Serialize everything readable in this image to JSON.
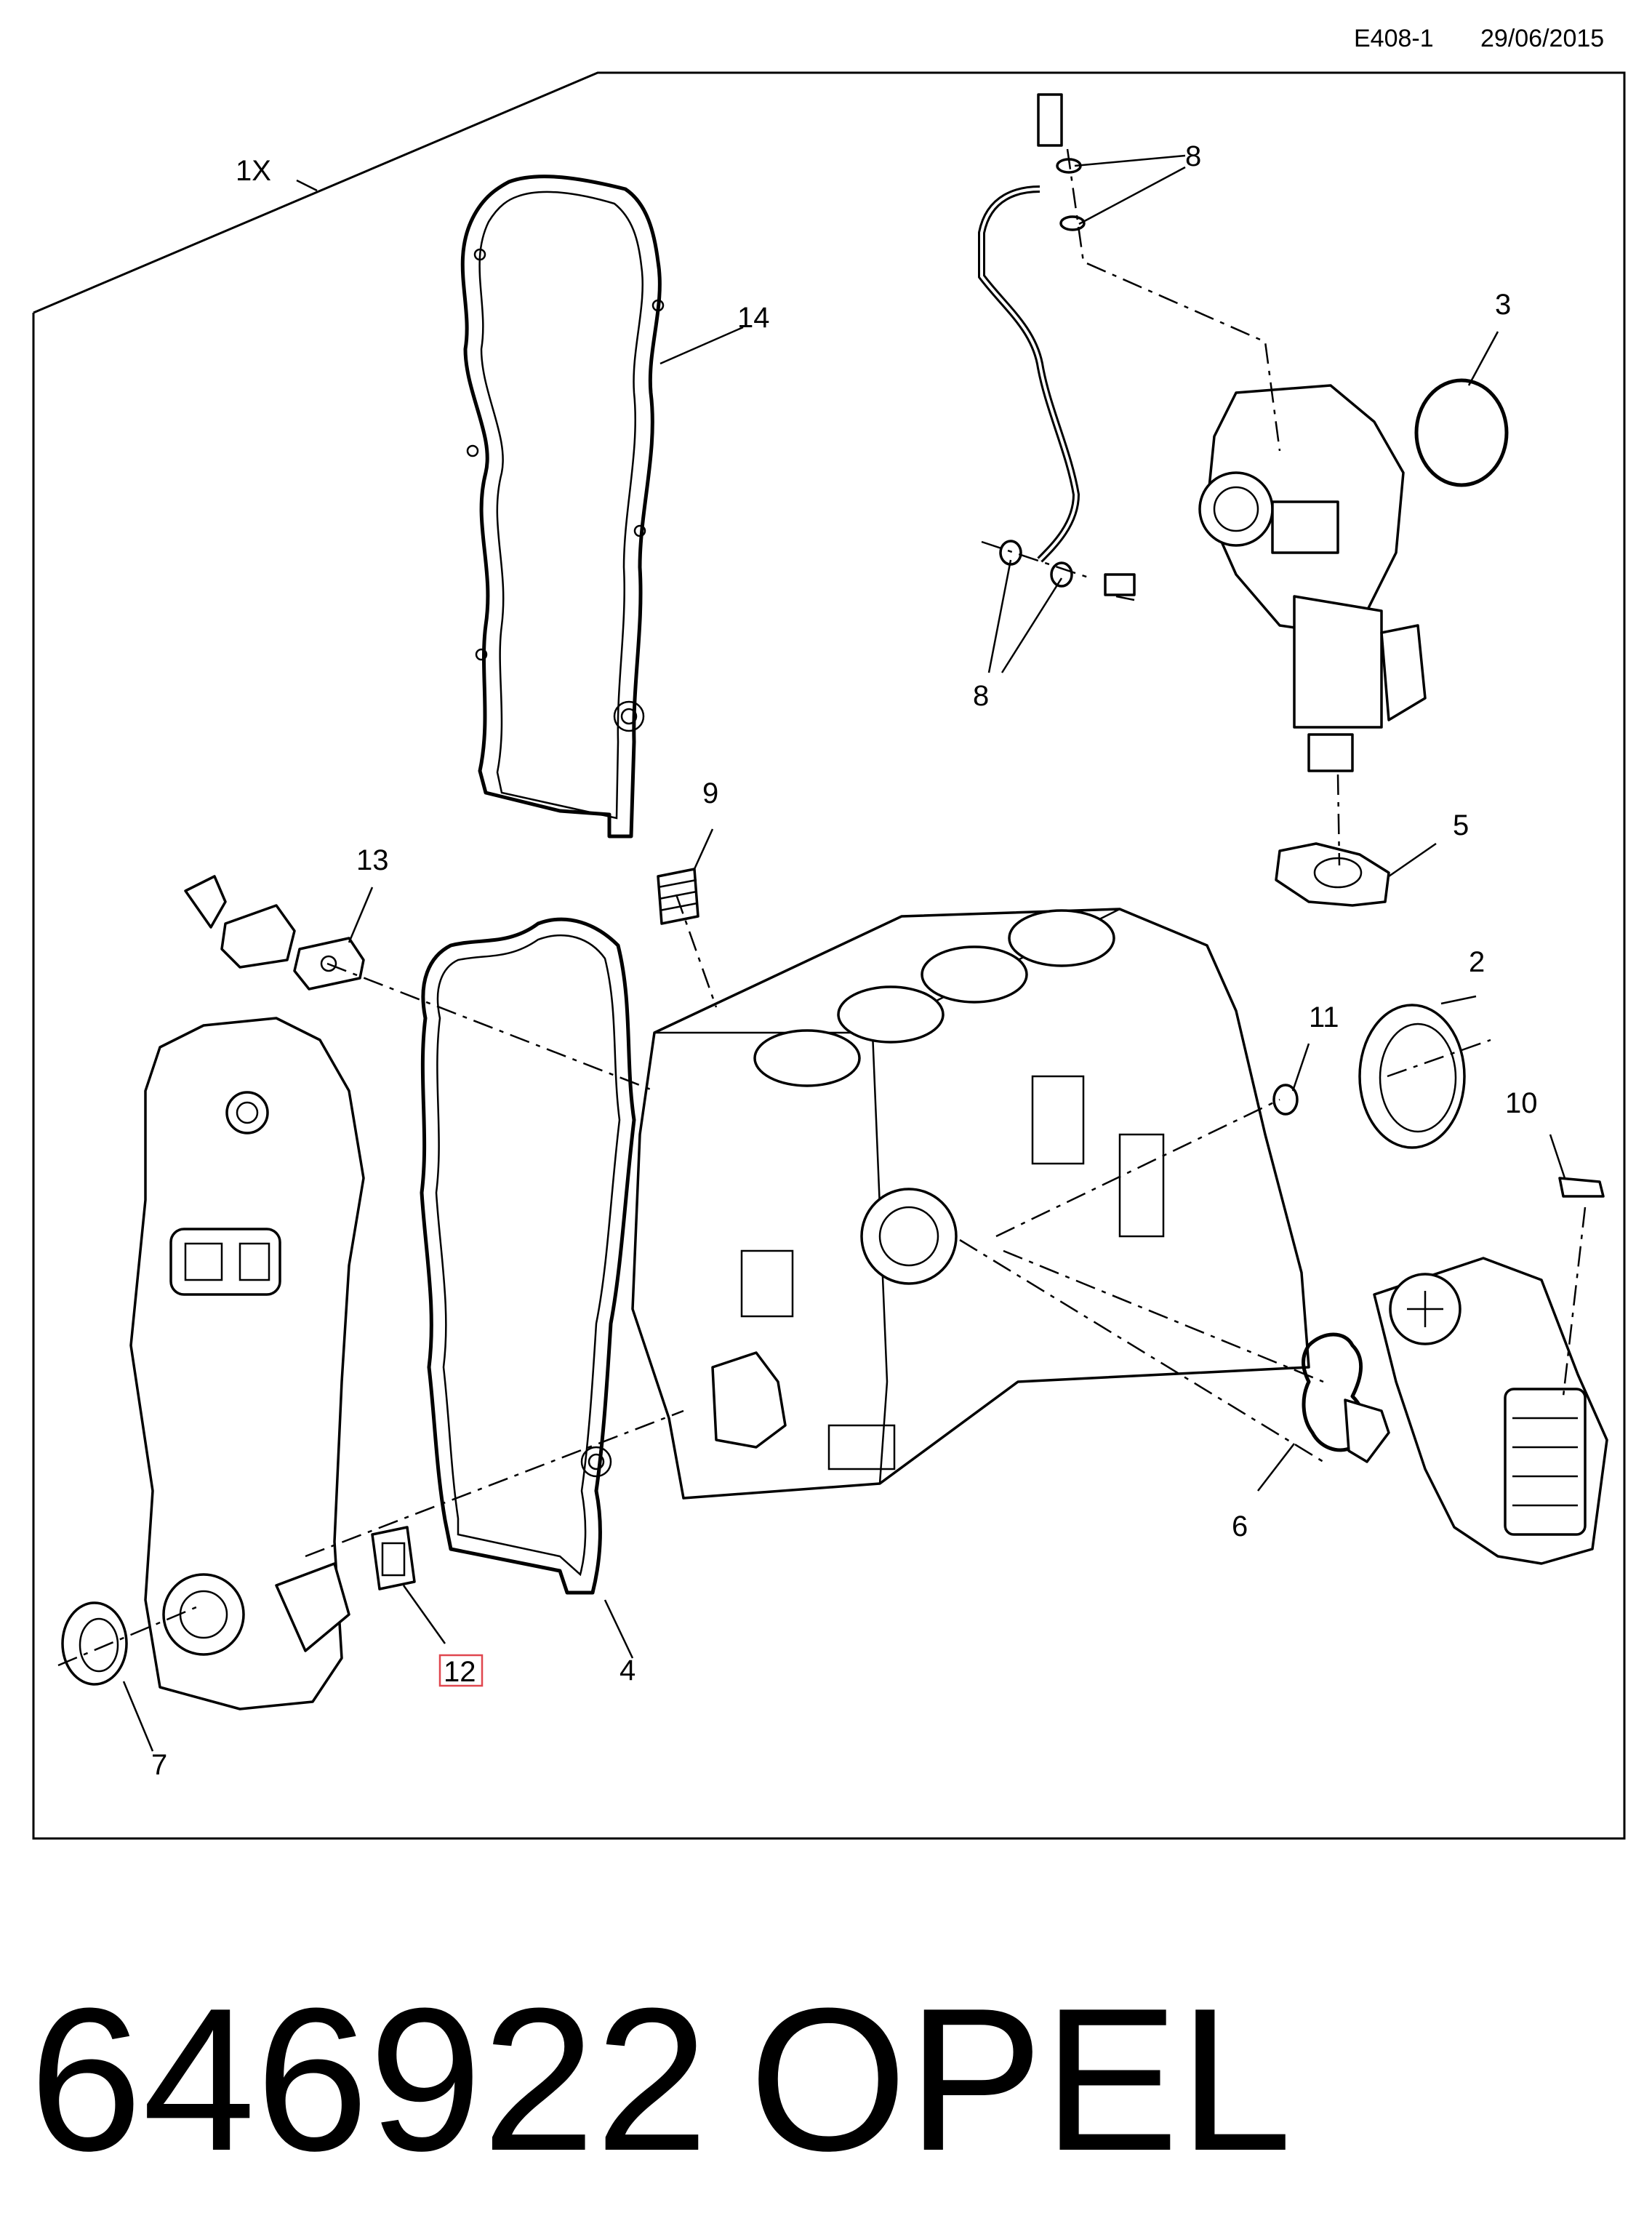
{
  "header": {
    "diagram_code": "E408-1",
    "date": "29/06/2015"
  },
  "callouts": [
    {
      "id": "c1x",
      "label": "1X"
    },
    {
      "id": "c2",
      "label": "2"
    },
    {
      "id": "c3",
      "label": "3"
    },
    {
      "id": "c4",
      "label": "4"
    },
    {
      "id": "c5",
      "label": "5"
    },
    {
      "id": "c6",
      "label": "6"
    },
    {
      "id": "c7",
      "label": "7"
    },
    {
      "id": "c8a",
      "label": "8"
    },
    {
      "id": "c8b",
      "label": "8"
    },
    {
      "id": "c9",
      "label": "9"
    },
    {
      "id": "c10",
      "label": "10"
    },
    {
      "id": "c11",
      "label": "11"
    },
    {
      "id": "c12",
      "label": "12",
      "highlighted": true
    },
    {
      "id": "c13",
      "label": "13"
    },
    {
      "id": "c14",
      "label": "14"
    }
  ],
  "footer": {
    "part_number": "646922",
    "brand": "OPEL"
  },
  "colors": {
    "line": "#000000",
    "highlight": "#e0464e",
    "background": "#ffffff"
  }
}
